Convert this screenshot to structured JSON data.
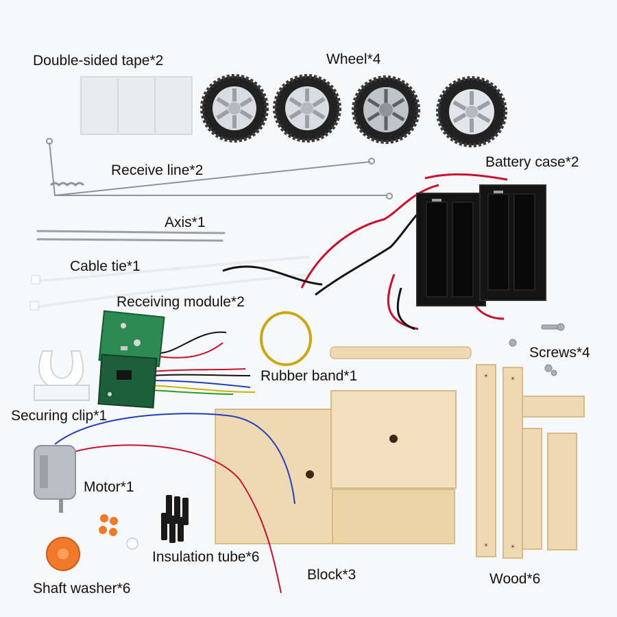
{
  "labels": {
    "double_sided_tape": "Double-sided tape*2",
    "wheel": "Wheel*4",
    "receive_line": "Receive line*2",
    "battery_case": "Battery case*2",
    "axis": "Axis*1",
    "cable_tie": "Cable tie*1",
    "receiving_module": "Receiving module*2",
    "screws": "Screws*4",
    "rubber_band": "Rubber band*1",
    "securing_clip": "Securing clip*1",
    "motor": "Motor*1",
    "insulation_tube": "Insulation tube*6",
    "block": "Block*3",
    "wood": "Wood*6",
    "shaft_washer": "Shaft washer*6"
  },
  "colors": {
    "background": "#f7f8fa",
    "wood": "#efd9b4",
    "wood_dark": "#d8b98a",
    "tire": "#222222",
    "rim": "#d9dde2",
    "battery_case": "#141414",
    "wire_red": "#c8102e",
    "wire_black": "#111111",
    "wire_blue": "#1f3fb8",
    "pcb_green": "#1f7a4a",
    "washer_orange": "#f07a2a"
  }
}
